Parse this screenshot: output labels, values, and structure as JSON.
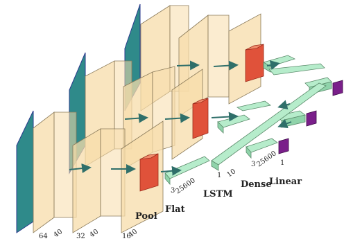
{
  "colors": {
    "conv_fill": "#f7dcaa",
    "conv_edge": "#8a7a5a",
    "pool_fill": "#e0523a",
    "dense_fill": "#b6eccb",
    "dense_edge": "#5a8a6a",
    "out_fill": "#7a1f8a",
    "arrow": "#2f6f6a",
    "heatmap_dark": "#2a3a8c",
    "heatmap_mid": "#2f8a8a",
    "heatmap_light": "#7acb6a"
  },
  "labels": {
    "pool": "Pool",
    "flat": "Flat",
    "lstm": "LSTM",
    "dense": "Dense",
    "linear": "Linear"
  },
  "dims": {
    "conv1_depth": "64",
    "conv1_size": "40",
    "conv2_depth": "32",
    "conv2_size": "40",
    "conv3_depth": "16",
    "conv3_size": "40",
    "flat_a": "3",
    "flat_b": "25600",
    "lstm_a": "1",
    "lstm_b": "10",
    "dense_a": "3",
    "dense_b": "25600",
    "linear_a": "1"
  }
}
